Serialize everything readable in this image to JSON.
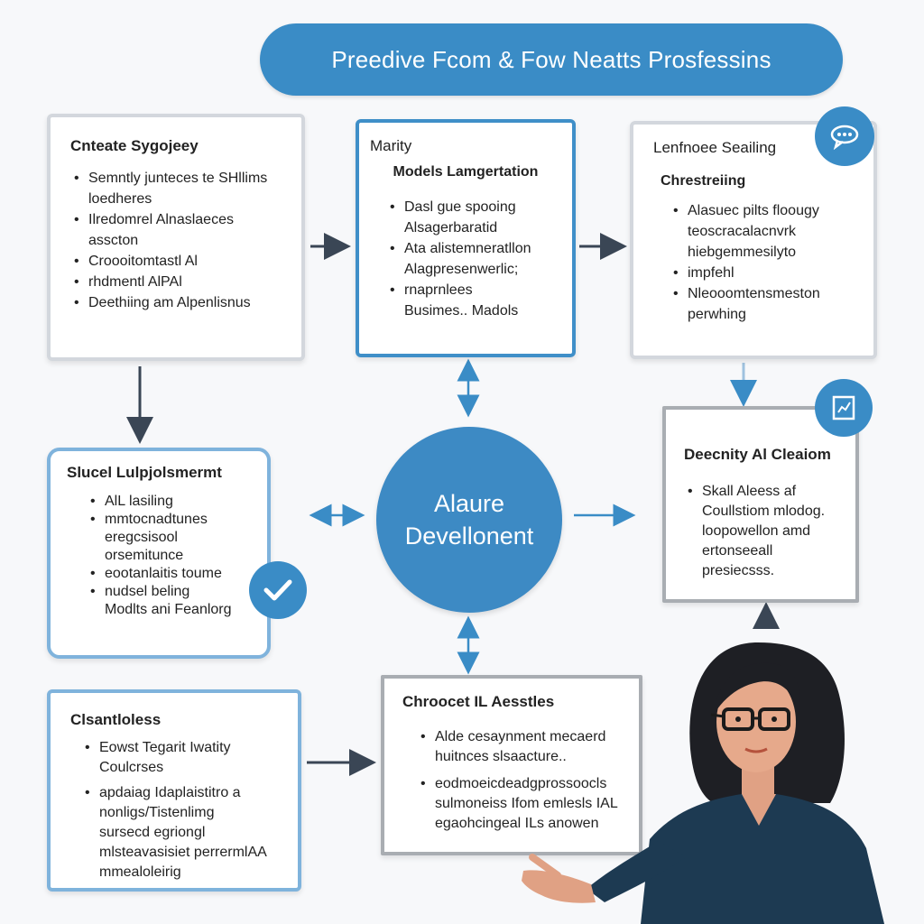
{
  "title": "Preedive Fcom & Fow Neatts Prosfessins",
  "center": {
    "line1": "Alaure",
    "line2": "Devellonent"
  },
  "boxes": {
    "top_left": {
      "title": "Cnteate Sygojeey",
      "items": [
        "Semntly junteces te SHllims",
        "loedheres",
        "Ilredomrel Alnaslaeces",
        "asscton",
        "Croooitomtastl Al",
        "rhdmentl AlPAl",
        "Deethiing am Alpenlisnus"
      ]
    },
    "top_mid": {
      "title": "Marity",
      "subtitle": "Models Lamgertation",
      "items": [
        "Dasl gue spooing",
        "Alsagerbaratid",
        "Ata alistemneratllon",
        "Alagpresenwerlic;",
        "rnaprnlees",
        "Busimes.. Madols"
      ]
    },
    "top_right": {
      "title": "Lenfnoee Seailing",
      "subtitle": "Chrestreiing",
      "items": [
        "Alasuec pilts floougy",
        "teoscracalacnvrk",
        "hiebgemmesilyto",
        "impfehl",
        "Nleooomtensmeston",
        "perwhing"
      ]
    },
    "mid_left": {
      "title": "Slucel Lulpjolsmermt",
      "items": [
        "AlL lasiling",
        "mmtocnadtunes",
        "eregcsisool",
        "orsemitunce",
        "eootanlaitis toume",
        "nudsel beling",
        "Modlts ani Feanlorg"
      ]
    },
    "mid_right": {
      "title": "Deecnity Al Cleaiom",
      "items": [
        "Skall Aleess af",
        "Coullstiom mlodog.",
        "loopowellon amd",
        "ertonseeall",
        "presiecsss."
      ]
    },
    "bottom_left": {
      "title": "Clsantloless",
      "items": [
        "Eowst Tegarit Iwatity",
        "Coulcrses",
        "apdaiag Idaplaistitro a",
        "nonligs/Tistenlimg",
        "sursecd egriongl",
        "mlsteavasisiet perrermlAA",
        "mmealoleirig"
      ]
    },
    "bottom_mid": {
      "title": "Chroocet IL Aesstles",
      "items": [
        "Alde cesaynment mecaerd",
        "huitnces slsaacture..",
        "eodmoeicdeadgprossoocls",
        "sulmoneiss Ifom emlesls IAL",
        "egaohcingeal ILs anowen"
      ]
    }
  },
  "colors": {
    "accent": "#3a8cc6",
    "arrow": "#3a4655"
  }
}
